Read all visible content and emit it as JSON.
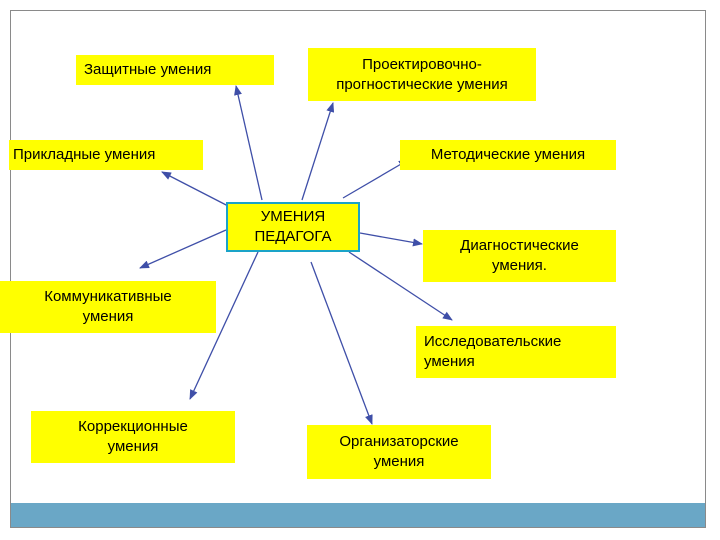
{
  "diagram": {
    "center": "УМЕНИЯ ПЕДАГОГА",
    "nodes": [
      {
        "id": "zashchitnye",
        "label": "Защитные умения"
      },
      {
        "id": "proektirovochno",
        "label": "Проектировочно-прогностические умения"
      },
      {
        "id": "prikladnye",
        "label": "Прикладные умения"
      },
      {
        "id": "metodicheskie",
        "label": "Методические умения"
      },
      {
        "id": "diagnosticheskie",
        "label": "Диагностические умения."
      },
      {
        "id": "kommunikativnye",
        "label": "Коммуникативные умения"
      },
      {
        "id": "issledovatelskie",
        "label": "Исследовательские умения"
      },
      {
        "id": "korrektsionnye",
        "label": "Коррекционные умения"
      },
      {
        "id": "organizatorskie",
        "label": "Организаторские умения"
      }
    ]
  },
  "colors": {
    "box_fill": "#ffff00",
    "center_border": "#1aa3c8",
    "arrow": "#3f4fa8",
    "footer_bar": "#6aa7c6"
  }
}
